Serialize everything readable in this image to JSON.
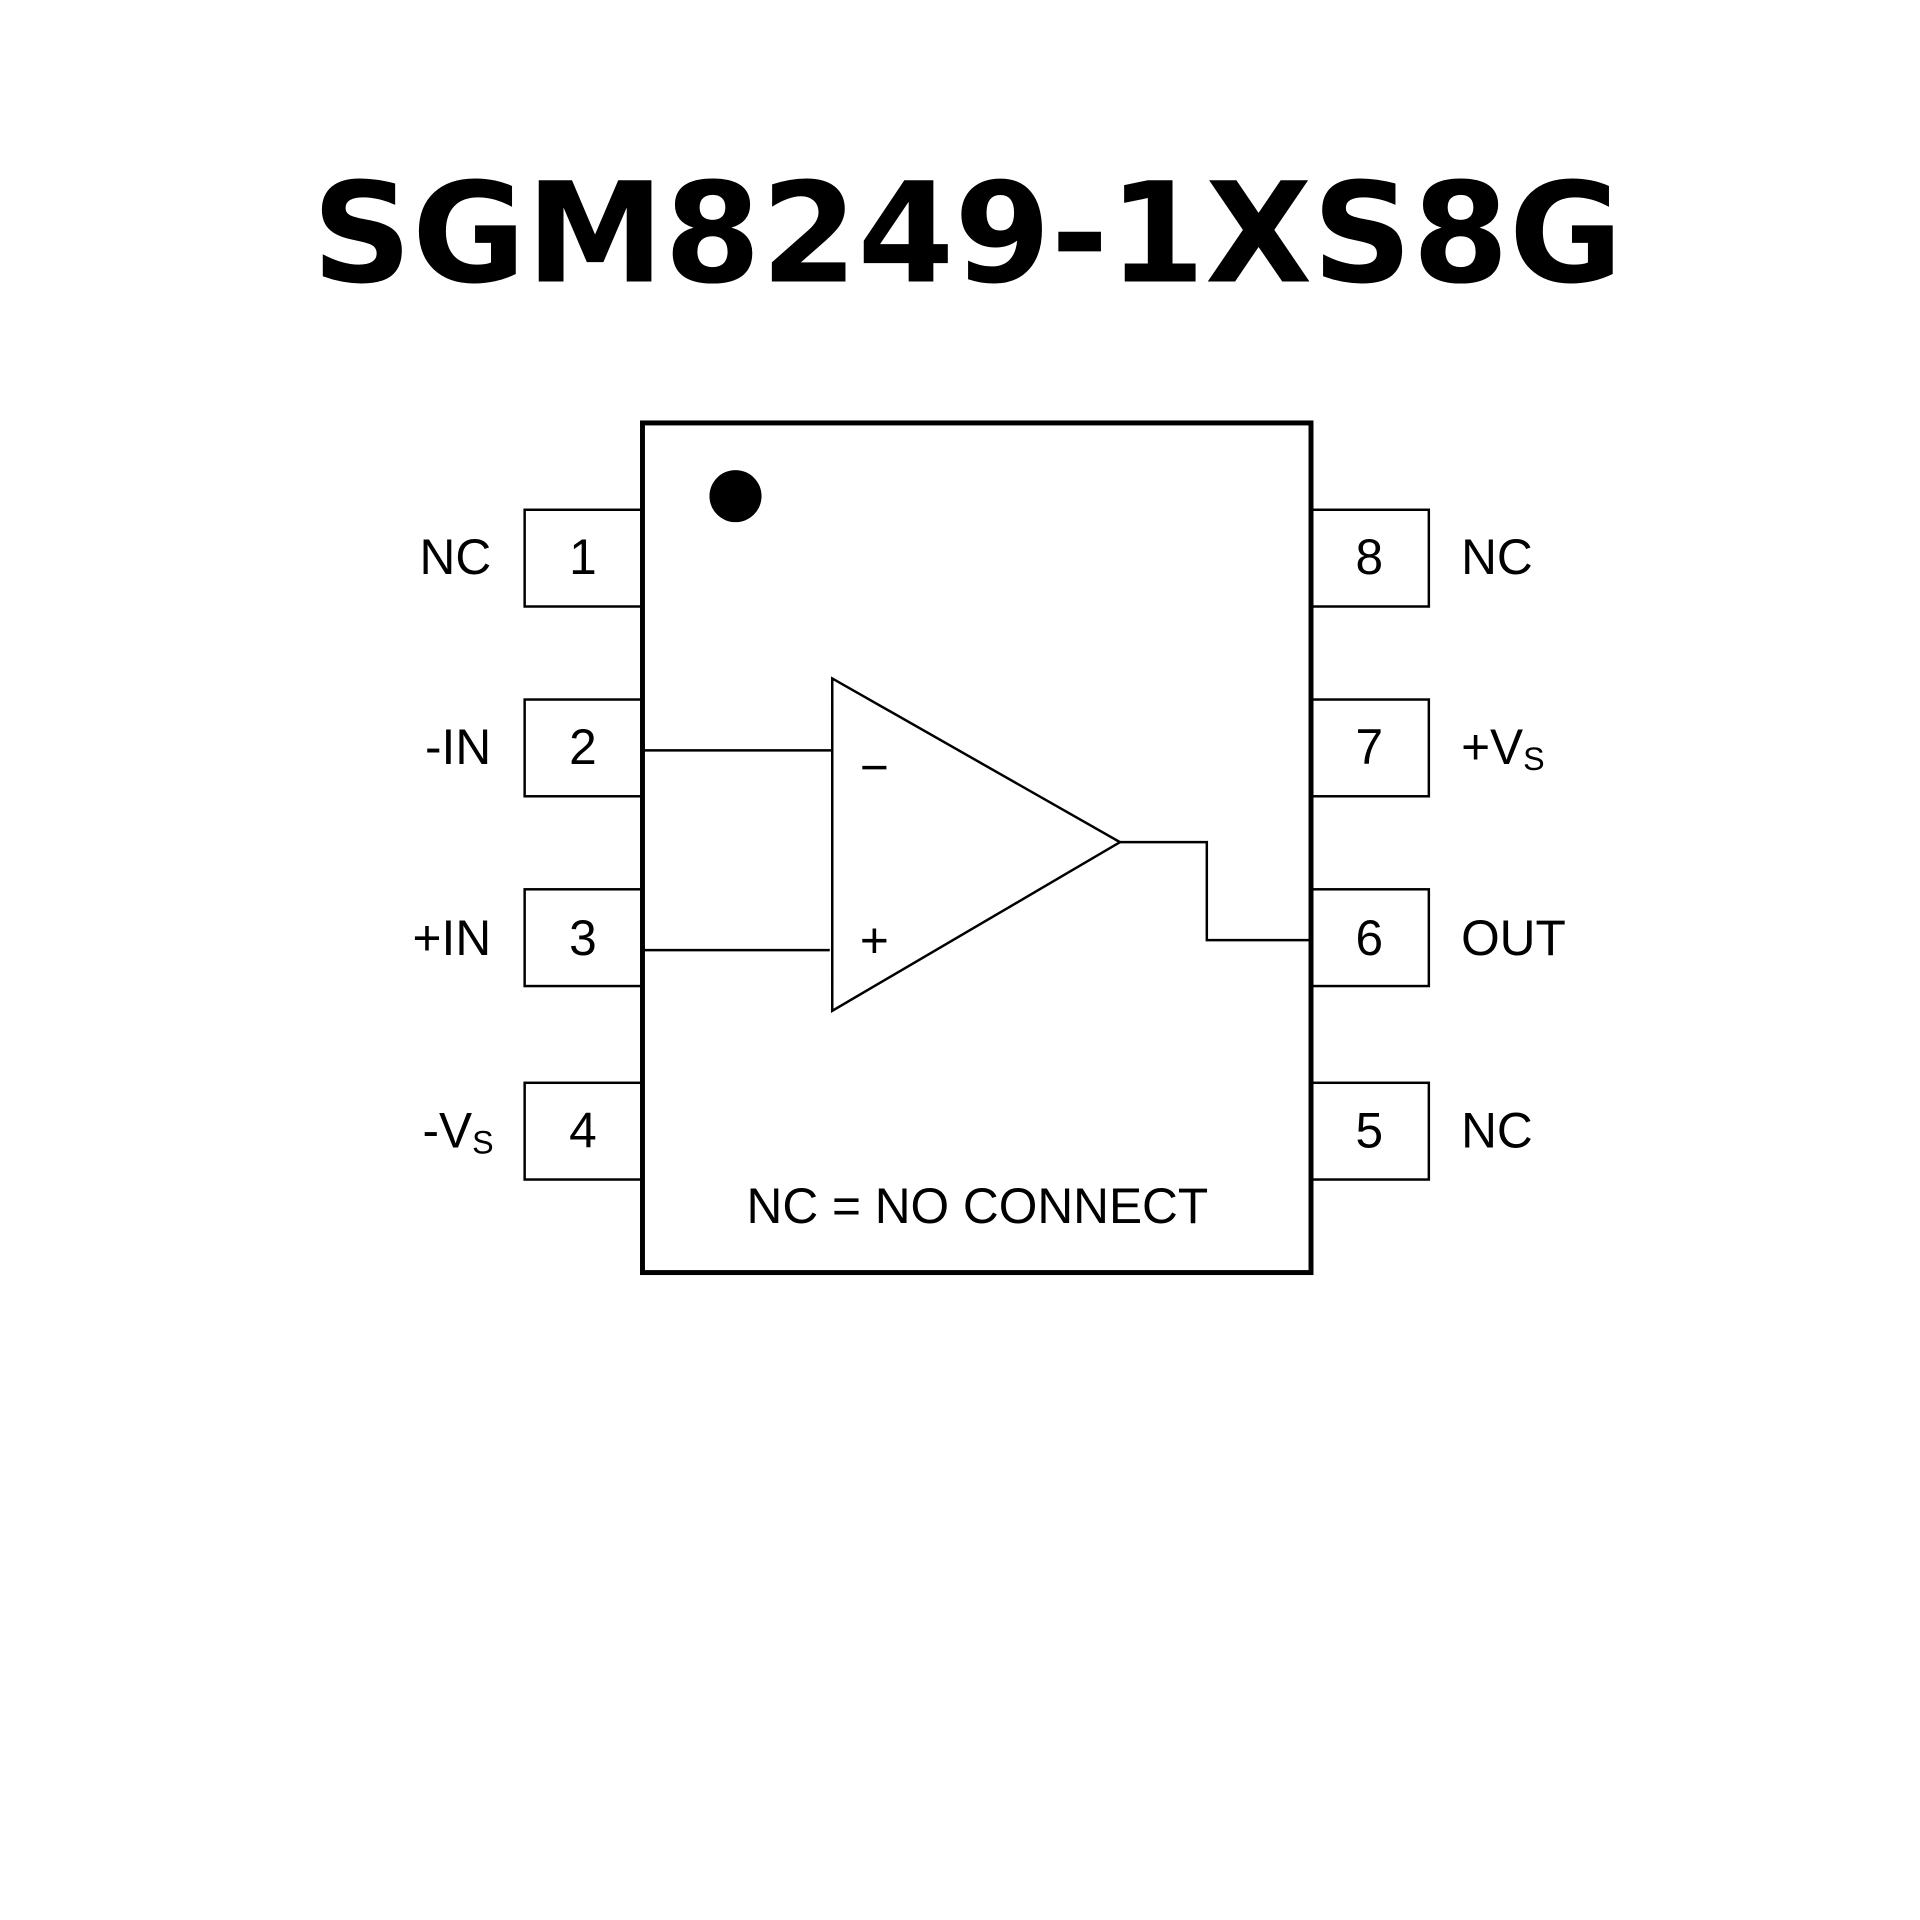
{
  "title": "SGM8249-1XS8G",
  "note": "NC = NO CONNECT",
  "pins_left": [
    {
      "num": "1",
      "name": "NC",
      "sub": ""
    },
    {
      "num": "2",
      "name": "-IN",
      "sub": ""
    },
    {
      "num": "3",
      "name": "+IN",
      "sub": ""
    },
    {
      "num": "4",
      "name": "-V",
      "sub": "S"
    }
  ],
  "pins_right": [
    {
      "num": "8",
      "name": "NC",
      "sub": ""
    },
    {
      "num": "7",
      "name": "+V",
      "sub": "S"
    },
    {
      "num": "6",
      "name": "OUT",
      "sub": ""
    },
    {
      "num": "5",
      "name": "NC",
      "sub": ""
    }
  ],
  "opamp": {
    "minus": "−",
    "plus": "+"
  }
}
